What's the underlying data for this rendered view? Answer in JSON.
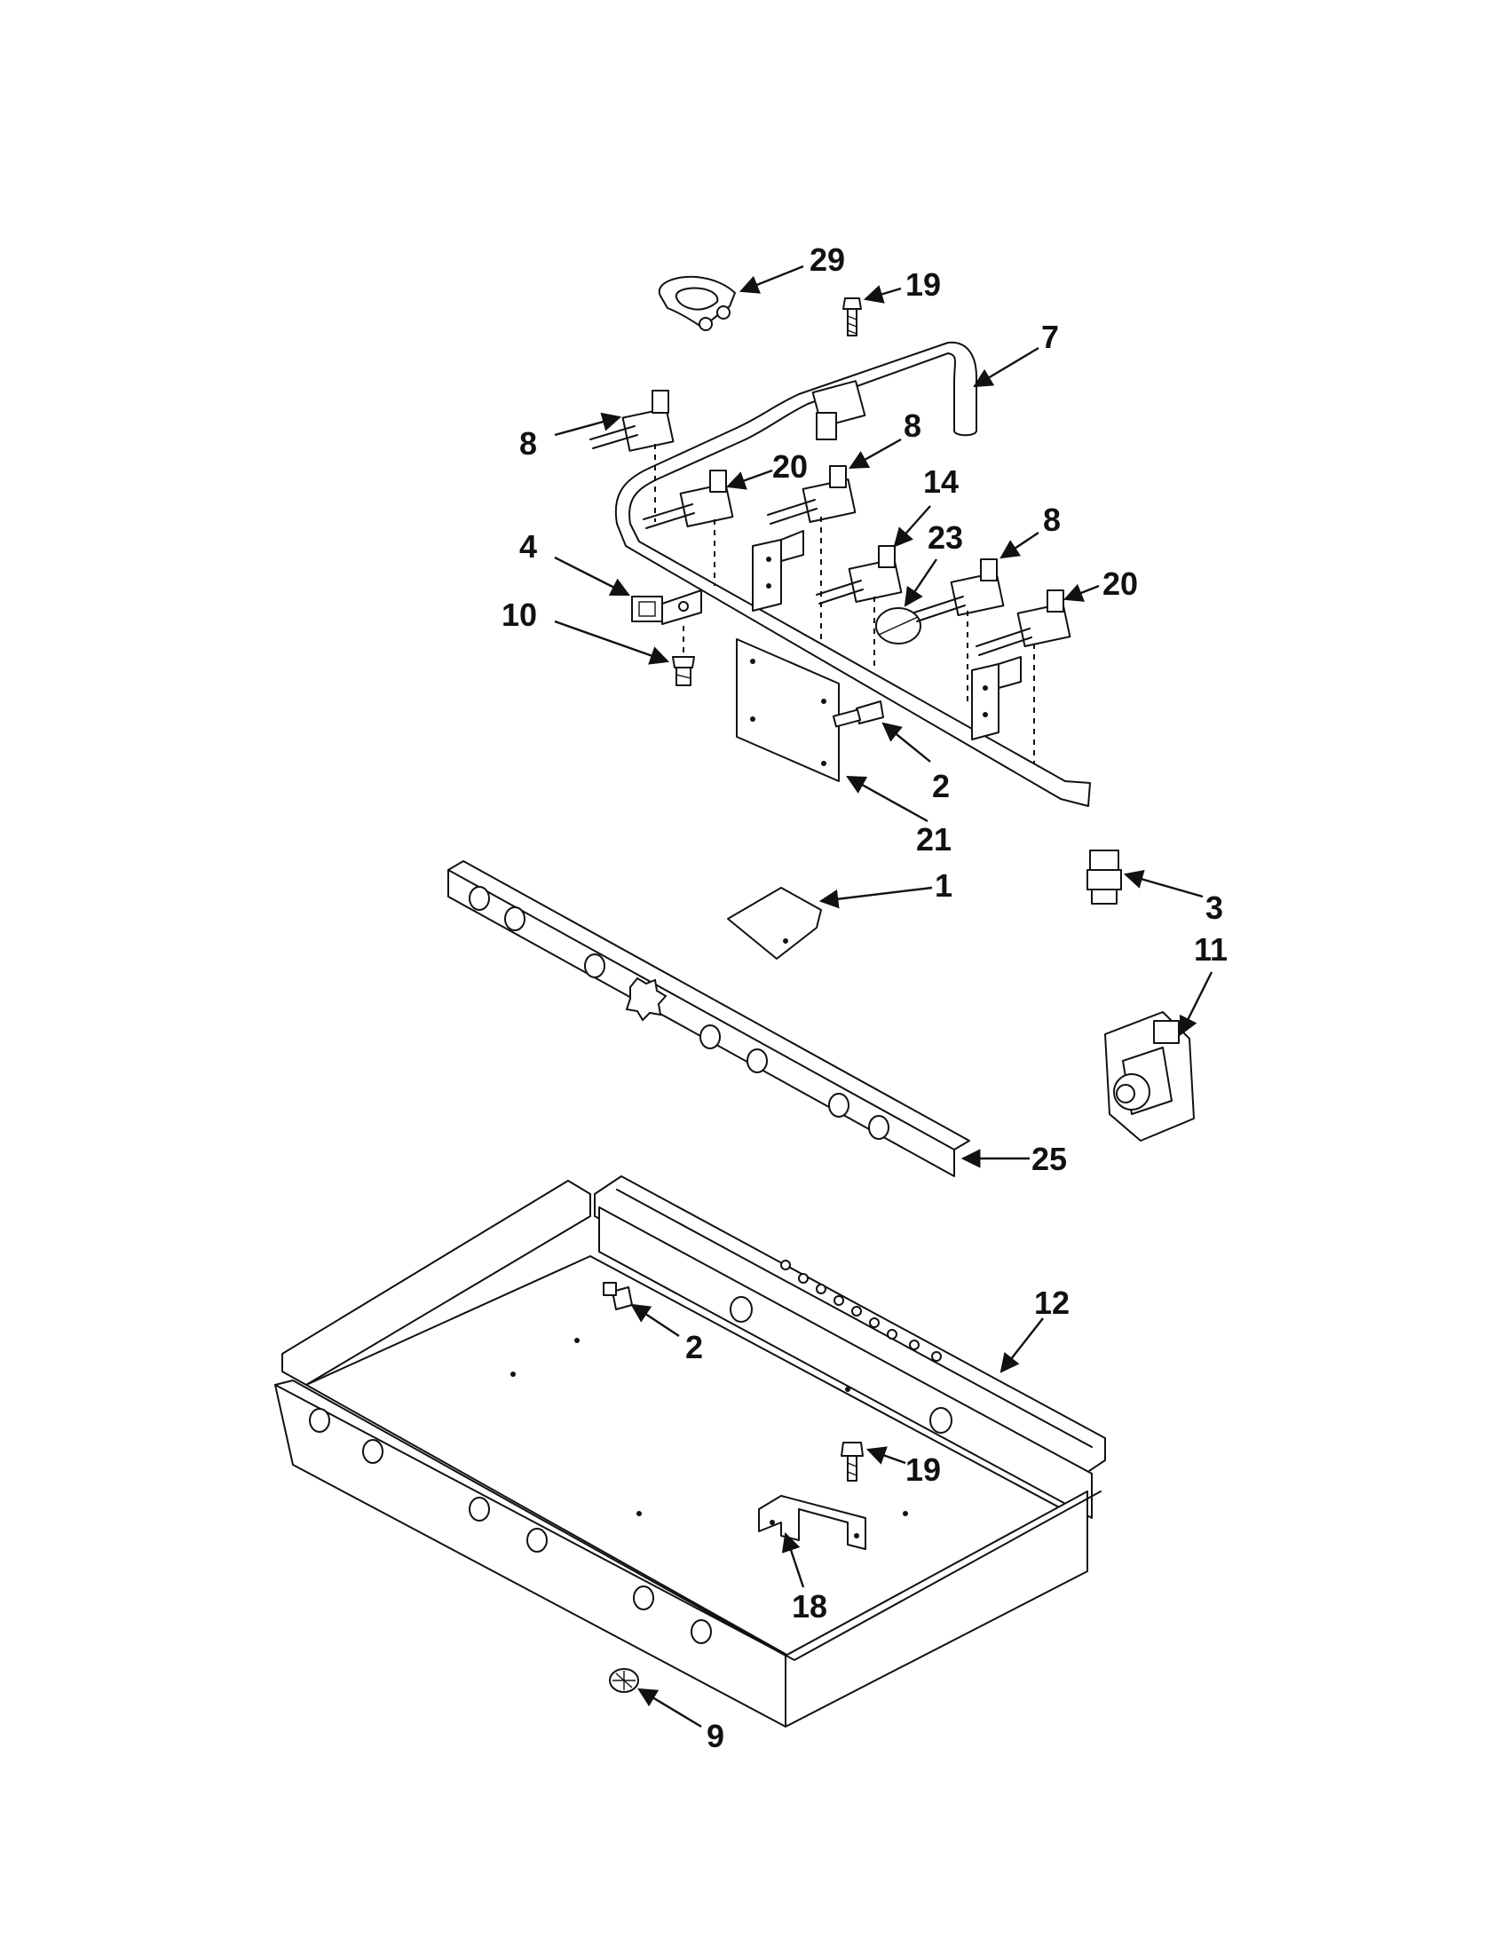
{
  "callouts": [
    {
      "id": "c29",
      "text": "29"
    },
    {
      "id": "c19a",
      "text": "19"
    },
    {
      "id": "c7",
      "text": "7"
    },
    {
      "id": "c8a",
      "text": "8"
    },
    {
      "id": "c8b",
      "text": "8"
    },
    {
      "id": "c20a",
      "text": "20"
    },
    {
      "id": "c14",
      "text": "14"
    },
    {
      "id": "c23",
      "text": "23"
    },
    {
      "id": "c8c",
      "text": "8"
    },
    {
      "id": "c20b",
      "text": "20"
    },
    {
      "id": "c4",
      "text": "4"
    },
    {
      "id": "c10",
      "text": "10"
    },
    {
      "id": "c2a",
      "text": "2"
    },
    {
      "id": "c21",
      "text": "21"
    },
    {
      "id": "c1",
      "text": "1"
    },
    {
      "id": "c3",
      "text": "3"
    },
    {
      "id": "c11",
      "text": "11"
    },
    {
      "id": "c25",
      "text": "25"
    },
    {
      "id": "c12",
      "text": "12"
    },
    {
      "id": "c2b",
      "text": "2"
    },
    {
      "id": "c19b",
      "text": "19"
    },
    {
      "id": "c18",
      "text": "18"
    },
    {
      "id": "c9",
      "text": "9"
    }
  ]
}
